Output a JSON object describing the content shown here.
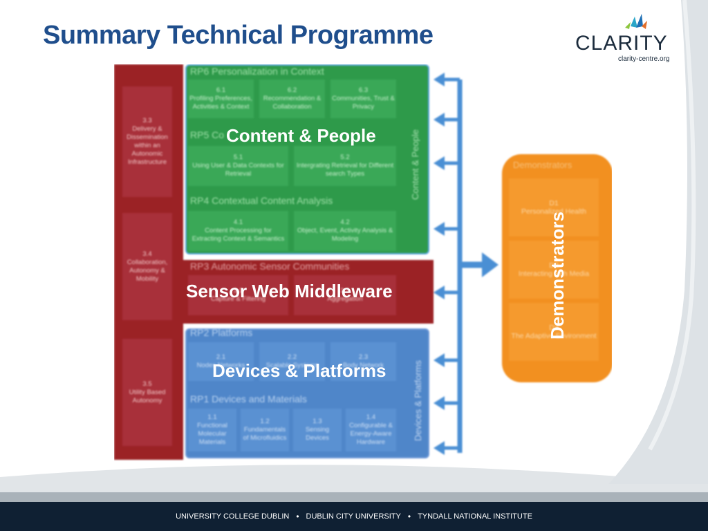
{
  "slide": {
    "title": "Summary Technical Programme"
  },
  "logo": {
    "name": "CLARITY",
    "url": "clarity-centre.org"
  },
  "left_column": {
    "items": [
      {
        "num": "3.3",
        "label": "Delivery & Dissemination within an Autonomic Infrastructure"
      },
      {
        "num": "3.4",
        "label": "Collaboration, Autonomy & Mobility"
      },
      {
        "num": "3.5",
        "label": "Utility Based Autonomy"
      }
    ]
  },
  "rp6": {
    "title": "RP6 Personalization in Context",
    "items": [
      {
        "num": "6.1",
        "label": "Profiling Preferences, Activities & Context"
      },
      {
        "num": "6.2",
        "label": "Recommendation & Collaboration"
      },
      {
        "num": "6.3",
        "label": "Communities, Trust & Privacy"
      }
    ]
  },
  "rp5": {
    "title": "RP5 Co",
    "items": [
      {
        "num": "5.1",
        "label": "Using User & Data Contexts for Retrieval"
      },
      {
        "num": "5.2",
        "label": "Intergrating Retrieval for Different search Types"
      }
    ]
  },
  "rp4": {
    "title": "RP4 Contextual Content Analysis",
    "items": [
      {
        "num": "4.1",
        "label": "Content Processing for Extracting Context & Semantics"
      },
      {
        "num": "4.2",
        "label": "Object, Event, Activity Analysis & Modeling"
      }
    ]
  },
  "rp3": {
    "title": "RP3 Autonomic Sensor Communities",
    "items": [
      {
        "num": "3.1",
        "label": "Capture & Filtering"
      },
      {
        "num": "3.2",
        "label": "Aggregation"
      }
    ]
  },
  "rp2": {
    "title": "RP2 Platforms",
    "items": [
      {
        "num": "2.1",
        "label": "Nodes Networks"
      },
      {
        "num": "2.2",
        "label": "Scalable Systems"
      },
      {
        "num": "2.3",
        "label": "Body Network"
      }
    ]
  },
  "rp1": {
    "title": "RP1 Devices and Materials",
    "items": [
      {
        "num": "1.1",
        "label": "Functional Molecular Materials"
      },
      {
        "num": "1.2",
        "label": "Fundamentals of Microfluidics"
      },
      {
        "num": "1.3",
        "label": "Sensing Devices"
      },
      {
        "num": "1.4",
        "label": "Configurable & Energy-Aware Hardware"
      }
    ]
  },
  "side_labels": {
    "content": "Content & People",
    "devices": "Devices & Platforms"
  },
  "demonstrators": {
    "title": "Demonstrators",
    "items": [
      {
        "num": "D1",
        "label": "Personalized Health"
      },
      {
        "num": "D2",
        "label": "Interacting with Media"
      },
      {
        "num": "D3",
        "label": "The Adaptive Environment"
      }
    ]
  },
  "overlays": {
    "content": "Content & People",
    "sensor": "Sensor Web Middleware",
    "devices": "Devices & Platforms",
    "demonstrators": "Demonstrators"
  },
  "footer": {
    "items": [
      "UNIVERSITY COLLEGE DUBLIN",
      "DUBLIN CITY UNIVERSITY",
      "TYNDALL NATIONAL INSTITUTE"
    ],
    "separator": "•"
  },
  "colors": {
    "title": "#1f4e8c",
    "green": "#2e9a4a",
    "red": "#9b2225",
    "blue": "#4f86c9",
    "orange": "#f29020",
    "footer": "#0f2033"
  }
}
